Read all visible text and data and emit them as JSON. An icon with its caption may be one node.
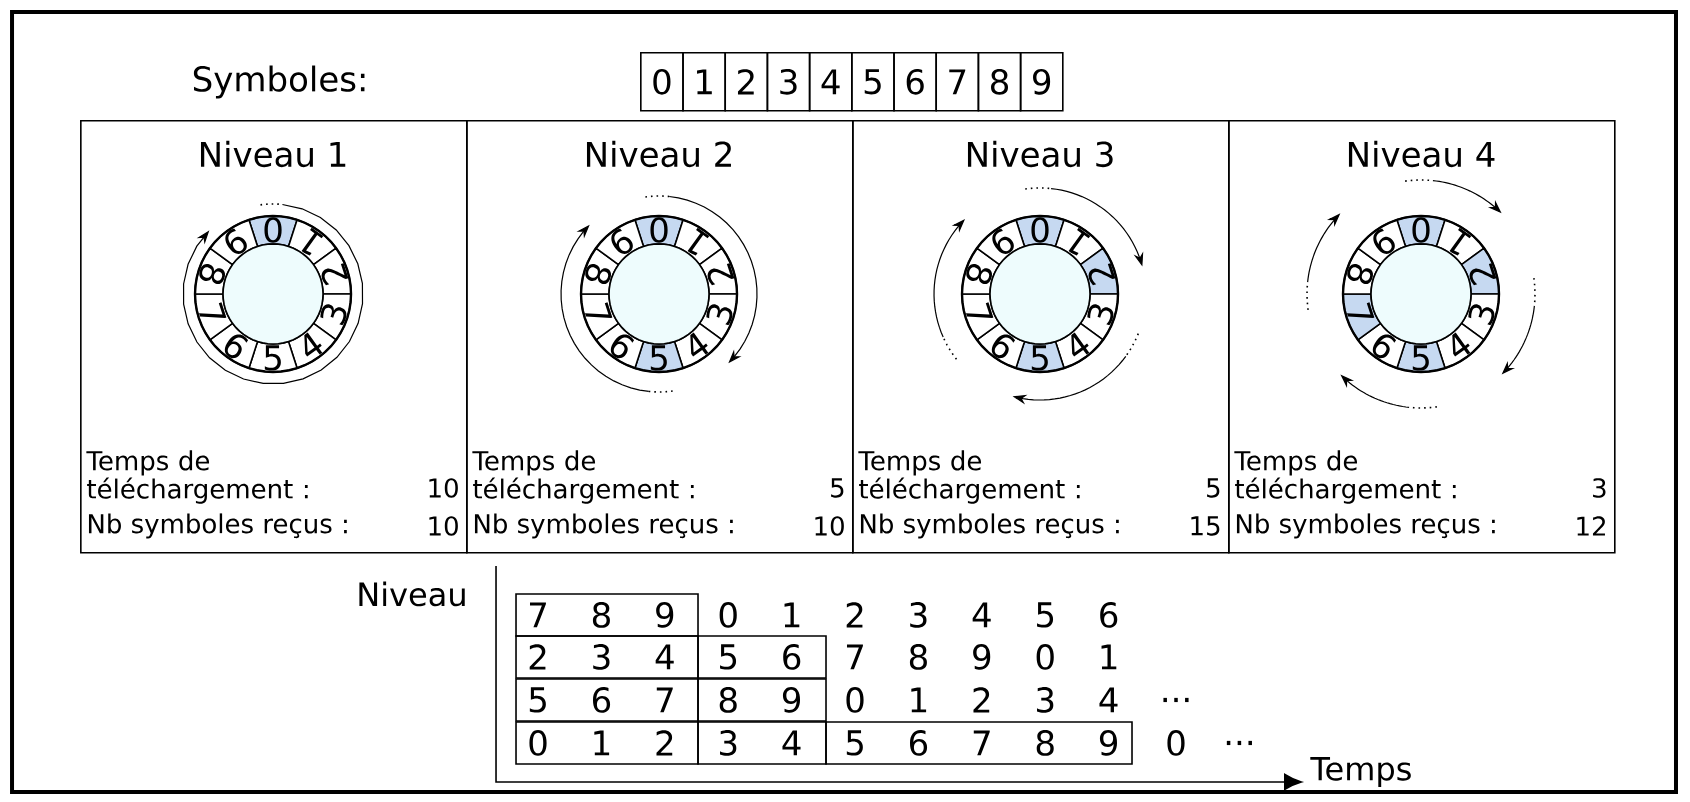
{
  "diagram": {
    "nodes": [
      {
        "text": [
          "0"
        ]
      },
      {
        "text": [
          "1"
        ]
      },
      {
        "text": [
          "2"
        ]
      },
      {
        "text": [
          "3"
        ]
      },
      {
        "text": [
          "4"
        ]
      },
      {
        "text": [
          "5"
        ]
      },
      {
        "text": [
          "6"
        ]
      },
      {
        "text": [
          "7"
        ]
      },
      {
        "text": [
          "8"
        ]
      },
      {
        "text": [
          "9"
        ]
      },
      {
        "text": [
          "Niveau 1",
          "0",
          "1",
          "2",
          "3",
          "4",
          "5",
          "6",
          "7",
          "8",
          "9",
          "Temps de téléchargement :",
          "10",
          "Nb symboles reçus :",
          "10"
        ]
      },
      {
        "text": [
          "Niveau 2",
          "0",
          "1",
          "2",
          "3",
          "4",
          "5",
          "6",
          "7",
          "8",
          "9",
          "Temps de téléchargement :",
          "5",
          "Nb symboles reçus :",
          "10"
        ]
      },
      {
        "text": [
          "Niveau 3",
          "0",
          "1",
          "2",
          "3",
          "4",
          "5",
          "6",
          "7",
          "8",
          "9",
          "Temps de téléchargement :",
          "5",
          "Nb symboles reçus :",
          "15"
        ]
      },
      {
        "text": [
          "Niveau 4",
          "0",
          "1",
          "2",
          "3",
          "4",
          "5",
          "6",
          "7",
          "8",
          "9",
          "Temps de téléchargement :",
          "3",
          "Nb symboles reçus :",
          "12"
        ]
      }
    ],
    "labels": [
      "Symboles:",
      "Niveau",
      "7",
      "8",
      "9",
      "0",
      "1",
      "2",
      "3",
      "4",
      "5",
      "6",
      "2",
      "3",
      "4",
      "5",
      "6",
      "7",
      "8",
      "9",
      "0",
      "1",
      "5",
      "6",
      "7",
      "8",
      "9",
      "0",
      "1",
      "2",
      "3",
      "4",
      "...",
      "0",
      "1",
      "2",
      "3",
      "4",
      "5",
      "6",
      "7",
      "8",
      "9",
      "0",
      "...",
      "Temps"
    ]
  }
}
